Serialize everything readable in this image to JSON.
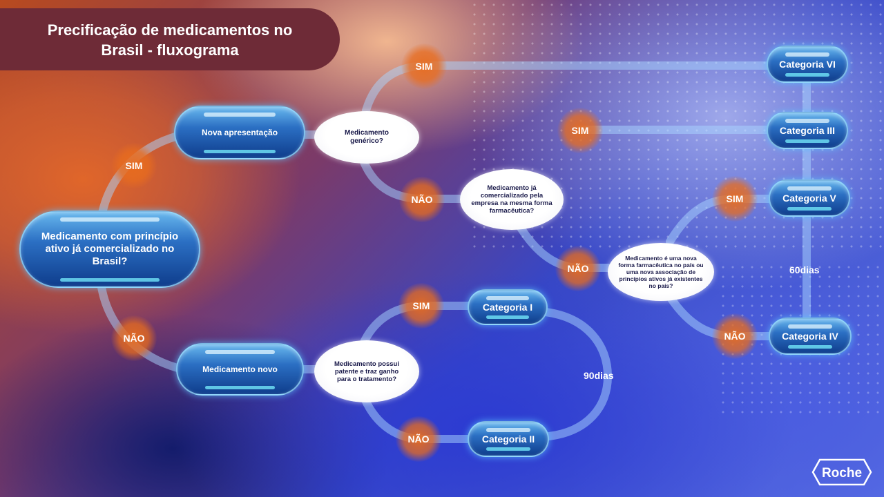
{
  "title": {
    "line1": "Precificação de medicamentos no",
    "line2": "Brasil - fluxograma"
  },
  "nodes": {
    "main_question": "Medicamento com princípio ativo já comercializado no Brasil?",
    "nova_apresentacao": "Nova apresentação",
    "medicamento_novo": "Medicamento novo",
    "q_generico": "Medicamento genérico?",
    "q_mesma_forma": "Medicamento já comercializado pela empresa na mesma forma farmacêutica?",
    "q_nova_forma": "Medicamento é uma nova forma farmacêutica no país ou uma nova associação de princípios ativos já existentes no país?",
    "q_patente": "Medicamento possui patente e traz ganho para o tratamento?"
  },
  "categories": {
    "vi": "Categoria VI",
    "iii": "Categoria III",
    "v": "Categoria V",
    "iv": "Categoria IV",
    "i": "Categoria I",
    "ii": "Categoria II"
  },
  "answers": {
    "sim": "SIM",
    "nao": "NÃO"
  },
  "deadlines": {
    "d60": "60dias",
    "d90": "90dias"
  },
  "logo": "Roche",
  "colors": {
    "title_bg": "#6e2b37",
    "answer": "#e86c1e",
    "pill": "#2b6fc3",
    "connector": "#a9d6ff"
  }
}
